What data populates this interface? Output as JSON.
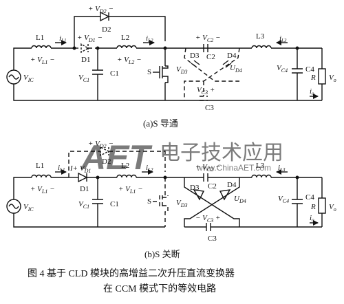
{
  "caption": {
    "line1": "图 4   基于 CLD 模块的高增益二次升压直流变换器",
    "line2": "在 CCM 模式下的等效电路"
  },
  "subcaptions": {
    "a": "(a)S 导通",
    "b": "(b)S 关断"
  },
  "watermark": {
    "logo": "AET",
    "tagline": "电子技术应用",
    "url": "www.ChinaAET.com",
    "color": "#d94a4a"
  },
  "circuit_a": {
    "source": "V",
    "source_sub": "IC",
    "L1": "L1",
    "iL1": "i",
    "iL1_sub": "L1",
    "VL1": "+ V",
    "VL1_sub": "L1",
    "D1": "D1",
    "VD1": "+ V",
    "VD1_sub": "D1",
    "D2": "D2",
    "VD2": "+ V",
    "VD2_sub": "D2",
    "L2": "L2",
    "iL2": "i",
    "iL2_sub": "L2",
    "VL2": "+ V",
    "VL2_sub": "L2",
    "C1": "C1",
    "VC1": "V",
    "VC1_sub": "C1",
    "S": "S",
    "C2": "C2",
    "VC2": "+ V",
    "VC2_sub": "C2",
    "D3": "D3",
    "VD3": "V",
    "VD3_sub": "D3",
    "D4": "D4",
    "UD4": "U",
    "UD4_sub": "D4",
    "C3": "C3",
    "VC3": "V",
    "VC3_sub": "C3",
    "L3": "L3",
    "iL3": "i",
    "iL3_sub": "L3",
    "C4": "C4",
    "VC4": "V",
    "VC4_sub": "C4",
    "R": "R",
    "Vo": "V",
    "Vo_sub": "o",
    "io": "i",
    "io_sub": "o"
  },
  "circuit_b": {
    "source": "V",
    "source_sub": "IC",
    "L1": "L1",
    "iL1": "i",
    "iL1_sub": "L1",
    "VL1": "+ V",
    "VL1_sub": "L1",
    "D1": "D1",
    "VD1": "+ V",
    "VD1_sub": "D1",
    "D2": "D2",
    "VD2": "+ V",
    "VD2_sub": "D2",
    "L2": "L2",
    "iL2": "i",
    "iL2_sub": "L2",
    "VL2": "+ V",
    "VL2_sub": "L1",
    "C1": "C1",
    "VC1": "V",
    "VC1_sub": "C1",
    "S": "S",
    "C2": "C2",
    "VC2": "+ V",
    "VC2_sub": "C2",
    "D3": "D3",
    "VD3": "V",
    "VD3_sub": "D3",
    "D4": "D4",
    "UD4": "U",
    "UD4_sub": "D4",
    "C3": "C3",
    "VC3": "− V",
    "VC3_sub": "C3",
    "L3": "L3",
    "iL3": "i",
    "iL3_sub": "L3",
    "C4": "C4",
    "VC4": "V",
    "VC4_sub": "C4",
    "R": "R",
    "Vo": "V",
    "Vo_sub": "o",
    "io": "i",
    "io_sub": "o"
  }
}
